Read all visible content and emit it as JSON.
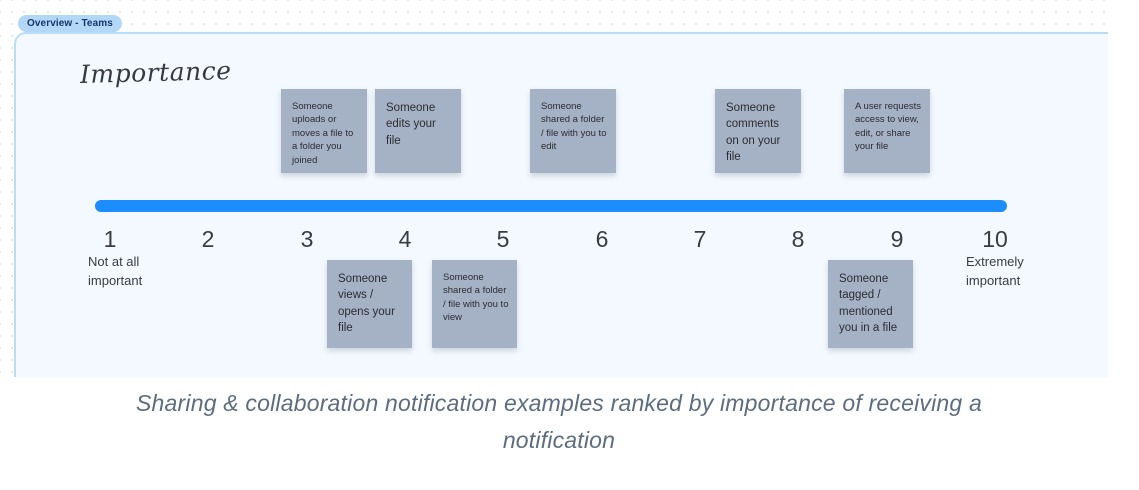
{
  "tag": {
    "label": "Overview - Teams"
  },
  "board": {
    "title": "Importance"
  },
  "notes_top": [
    {
      "text": "Someone uploads or moves a file to a folder you joined"
    },
    {
      "text": "Someone edits your file"
    },
    {
      "text": "Someone shared a folder / file with you to edit"
    },
    {
      "text": "Someone comments on on your file"
    },
    {
      "text": "A user requests access to view, edit, or share your file"
    }
  ],
  "notes_bottom": [
    {
      "text": "Someone views / opens your file"
    },
    {
      "text": "Someone shared a folder / file with you to view"
    },
    {
      "text": "Someone tagged / mentioned you in a file"
    }
  ],
  "scale": {
    "ticks": [
      "1",
      "2",
      "3",
      "4",
      "5",
      "6",
      "7",
      "8",
      "9",
      "10"
    ],
    "min_label": "Not at all important",
    "max_label": "Extremely important"
  },
  "caption": "Sharing & collaboration notification examples ranked by importance of receiving a notification",
  "colors": {
    "scale_line": "#1b8dff",
    "sticky_note": "#a5b1c5",
    "panel_bg": "#f3f9fe",
    "panel_border": "#b9dcf8",
    "tag_bg": "#b3d7f7",
    "tag_text": "#14366b",
    "caption_text": "#5b6d7e"
  }
}
